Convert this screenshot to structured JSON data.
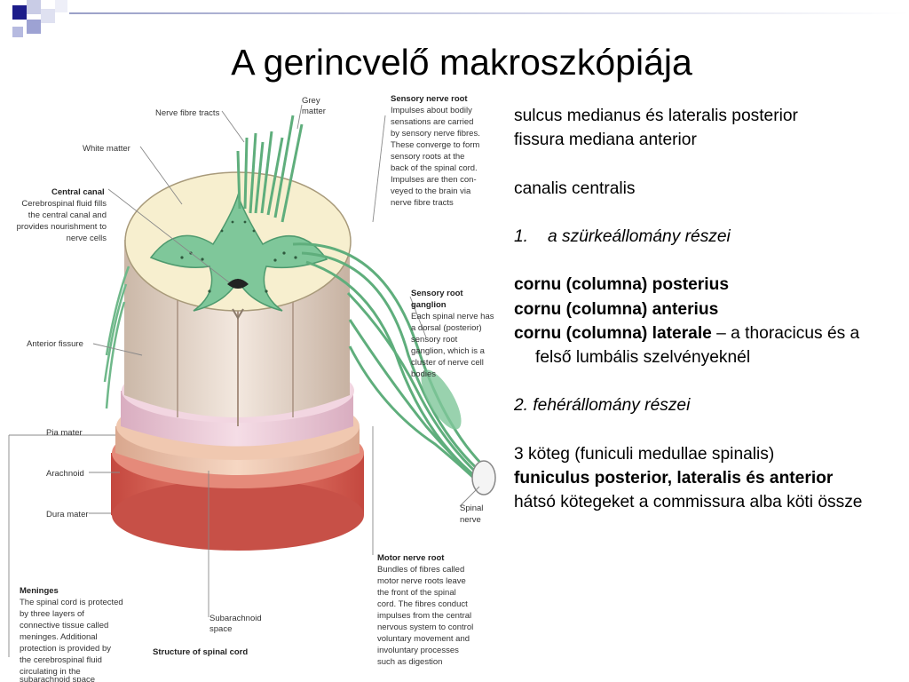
{
  "title": "A gerincvelő makroszkópiája",
  "figure": {
    "caption": "Structure of spinal cord",
    "labels": {
      "nerve_fibre_tracts": "Nerve fibre tracts",
      "grey_matter_1": "Grey",
      "grey_matter_2": "matter",
      "white_matter": "White matter",
      "central_canal": "Central canal",
      "central_canal_desc": [
        "Cerebrospinal fluid fills",
        "the central canal and",
        "provides nourishment to",
        "nerve cells"
      ],
      "anterior_fissure": "Anterior fissure",
      "pia_mater": "Pia mater",
      "arachnoid": "Arachnoid",
      "dura_mater": "Dura mater",
      "subarachnoid_1": "Subarachnoid",
      "subarachnoid_2": "space",
      "meninges": "Meninges",
      "meninges_desc": [
        "The spinal cord is protected",
        "by three layers of",
        "connective tissue called",
        "meninges. Additional",
        "protection is provided by",
        "the cerebrospinal fluid",
        "circulating in the",
        "subarachnoid space"
      ],
      "sensory_nerve_root": "Sensory nerve root",
      "sensory_nerve_root_desc": [
        "Impulses about bodily",
        "sensations are carried",
        "by sensory nerve fibres.",
        "These converge to form",
        "sensory roots at the",
        "back of the spinal cord.",
        "Impulses are then con-",
        "veyed to the brain via",
        "nerve fibre tracts"
      ],
      "sensory_root_ganglion_1": "Sensory root",
      "sensory_root_ganglion_2": "ganglion",
      "sensory_root_ganglion_desc": [
        "Each spinal nerve has",
        "a dorsal (posterior)",
        "sensory root",
        "ganglion, which is a",
        "cluster of nerve cell",
        "bodies"
      ],
      "spinal_nerve_1": "Spinal",
      "spinal_nerve_2": "nerve",
      "motor_nerve_root": "Motor nerve root",
      "motor_nerve_root_desc": [
        "Bundles of fibres called",
        "motor nerve roots leave",
        "the front of the spinal",
        "cord. The fibres conduct",
        "impulses from the central",
        "nervous system to control",
        "voluntary movement and",
        "involuntary processes",
        "such as digestion"
      ]
    }
  },
  "text": {
    "line1": "sulcus medianus és lateralis posterior",
    "line2": "fissura mediana anterior",
    "line3": "canalis centralis",
    "list1_num": "1.",
    "list1_text": "a szürkeállomány részei",
    "line4": "cornu (columna) posterius",
    "line5": "cornu (columna) anterius",
    "line6_bold": "cornu (columna) laterale",
    "line6_rest": " – a thoracicus és a felső lumbális szelvényeknél",
    "list2": "2. fehérállomány részei",
    "line7": "3 köteg (funiculi medullae spinalis)",
    "line8": "funiculus posterior, lateralis és anterior",
    "line9": "hátsó kötegeket a commissura alba köti össze"
  },
  "colors": {
    "accent_navy": "#1c1c8a",
    "accent_lavender": "#9da2d3",
    "grey_matter_green": "#7fc79a",
    "white_matter_cream": "#f7efcf",
    "dura_red": "#d9665a",
    "pia_pink": "#ecc7d2"
  }
}
